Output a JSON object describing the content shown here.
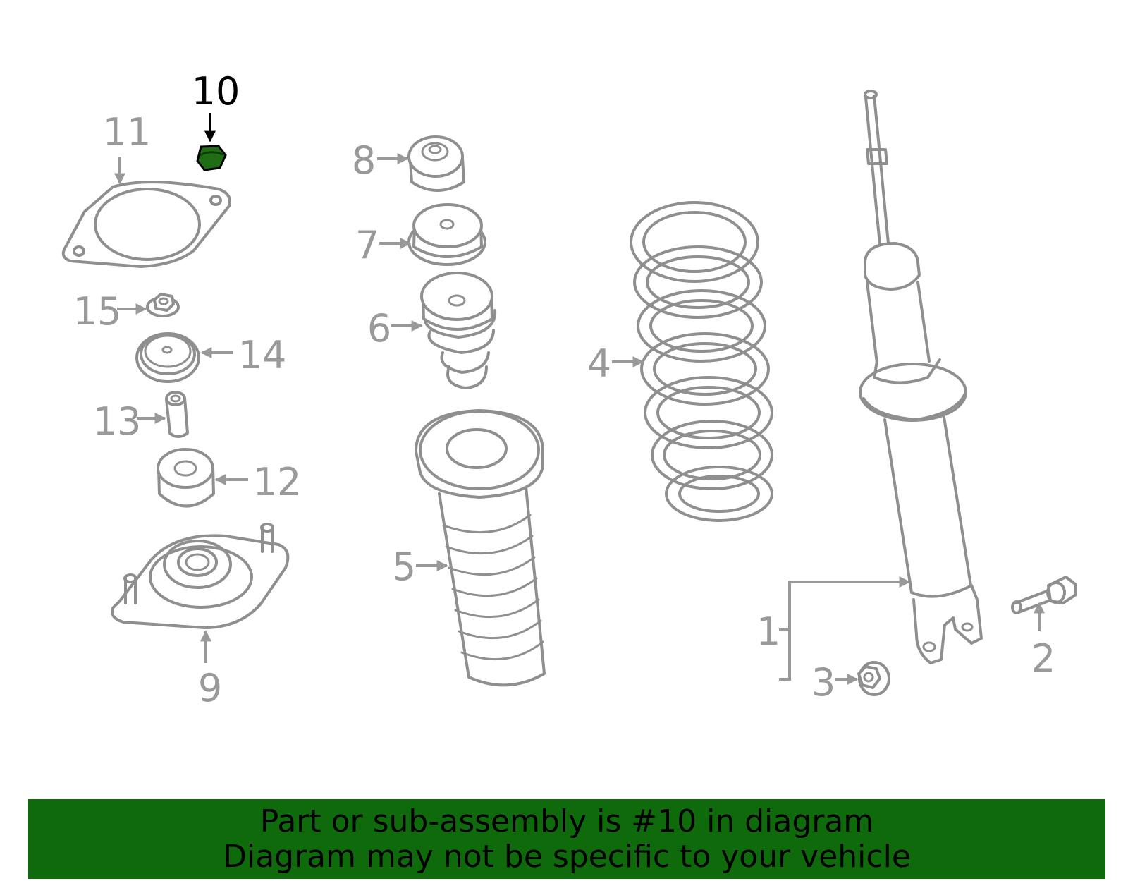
{
  "highlighted_part": "10",
  "callouts": {
    "1": "1",
    "2": "2",
    "3": "3",
    "4": "4",
    "5": "5",
    "6": "6",
    "7": "7",
    "8": "8",
    "9": "9",
    "10": "10",
    "11": "11",
    "12": "12",
    "13": "13",
    "14": "14",
    "15": "15"
  },
  "banner": {
    "line1": "Part or sub-assembly is #10 in diagram",
    "line2": "Diagram may not be specific to your vehicle"
  },
  "colors": {
    "banner_bg": "#0f6a0b",
    "highlight": "#1f6e14",
    "part_stroke": "#8f8f8f",
    "callout_text": "#999999"
  }
}
